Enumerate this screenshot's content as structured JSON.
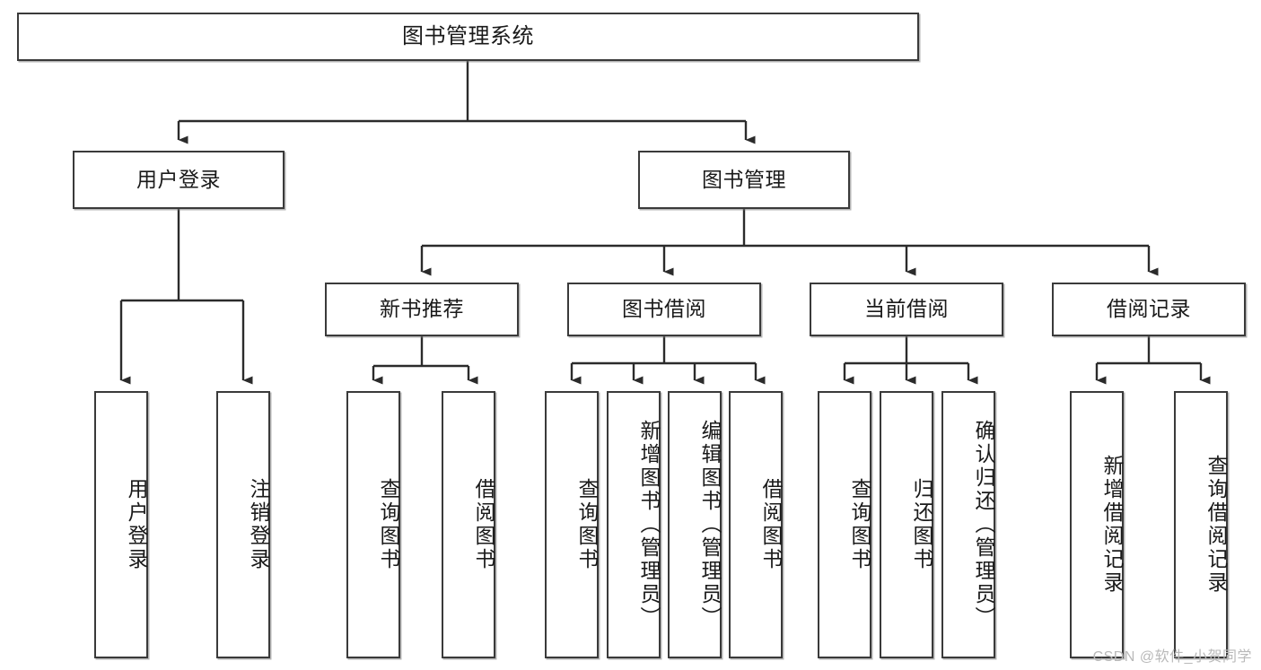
{
  "diagram": {
    "type": "tree-hierarchy",
    "title": "图书管理系统",
    "watermark": "CSDN @软件_小贺同学",
    "colors": {
      "box_border": "#3a3a3a",
      "box_fill": "#ffffff",
      "connector": "#2b2b2b",
      "text": "#1a1a1a",
      "watermark": "#b9b9b9"
    },
    "levels": {
      "root": {
        "label": "图书管理系统"
      },
      "level2": [
        {
          "label": "用户登录"
        },
        {
          "label": "图书管理"
        }
      ],
      "level3": [
        {
          "label": "新书推荐"
        },
        {
          "label": "图书借阅"
        },
        {
          "label": "当前借阅"
        },
        {
          "label": "借阅记录"
        }
      ],
      "leaves": {
        "user_login": [
          {
            "label": "用户登录"
          },
          {
            "label": "注销登录"
          }
        ],
        "new_book": [
          {
            "label": "查询图书"
          },
          {
            "label": "借阅图书"
          }
        ],
        "book_borrow": [
          {
            "label": "查询图书"
          },
          {
            "label": "新增图书（管理员）"
          },
          {
            "label": "编辑图书（管理员）"
          },
          {
            "label": "借阅图书"
          }
        ],
        "current_borrow": [
          {
            "label": "查询图书"
          },
          {
            "label": "归还图书"
          },
          {
            "label": "确认归还（管理员）"
          }
        ],
        "borrow_record": [
          {
            "label": "新增借阅记录"
          },
          {
            "label": "查询借阅记录"
          }
        ]
      }
    }
  }
}
